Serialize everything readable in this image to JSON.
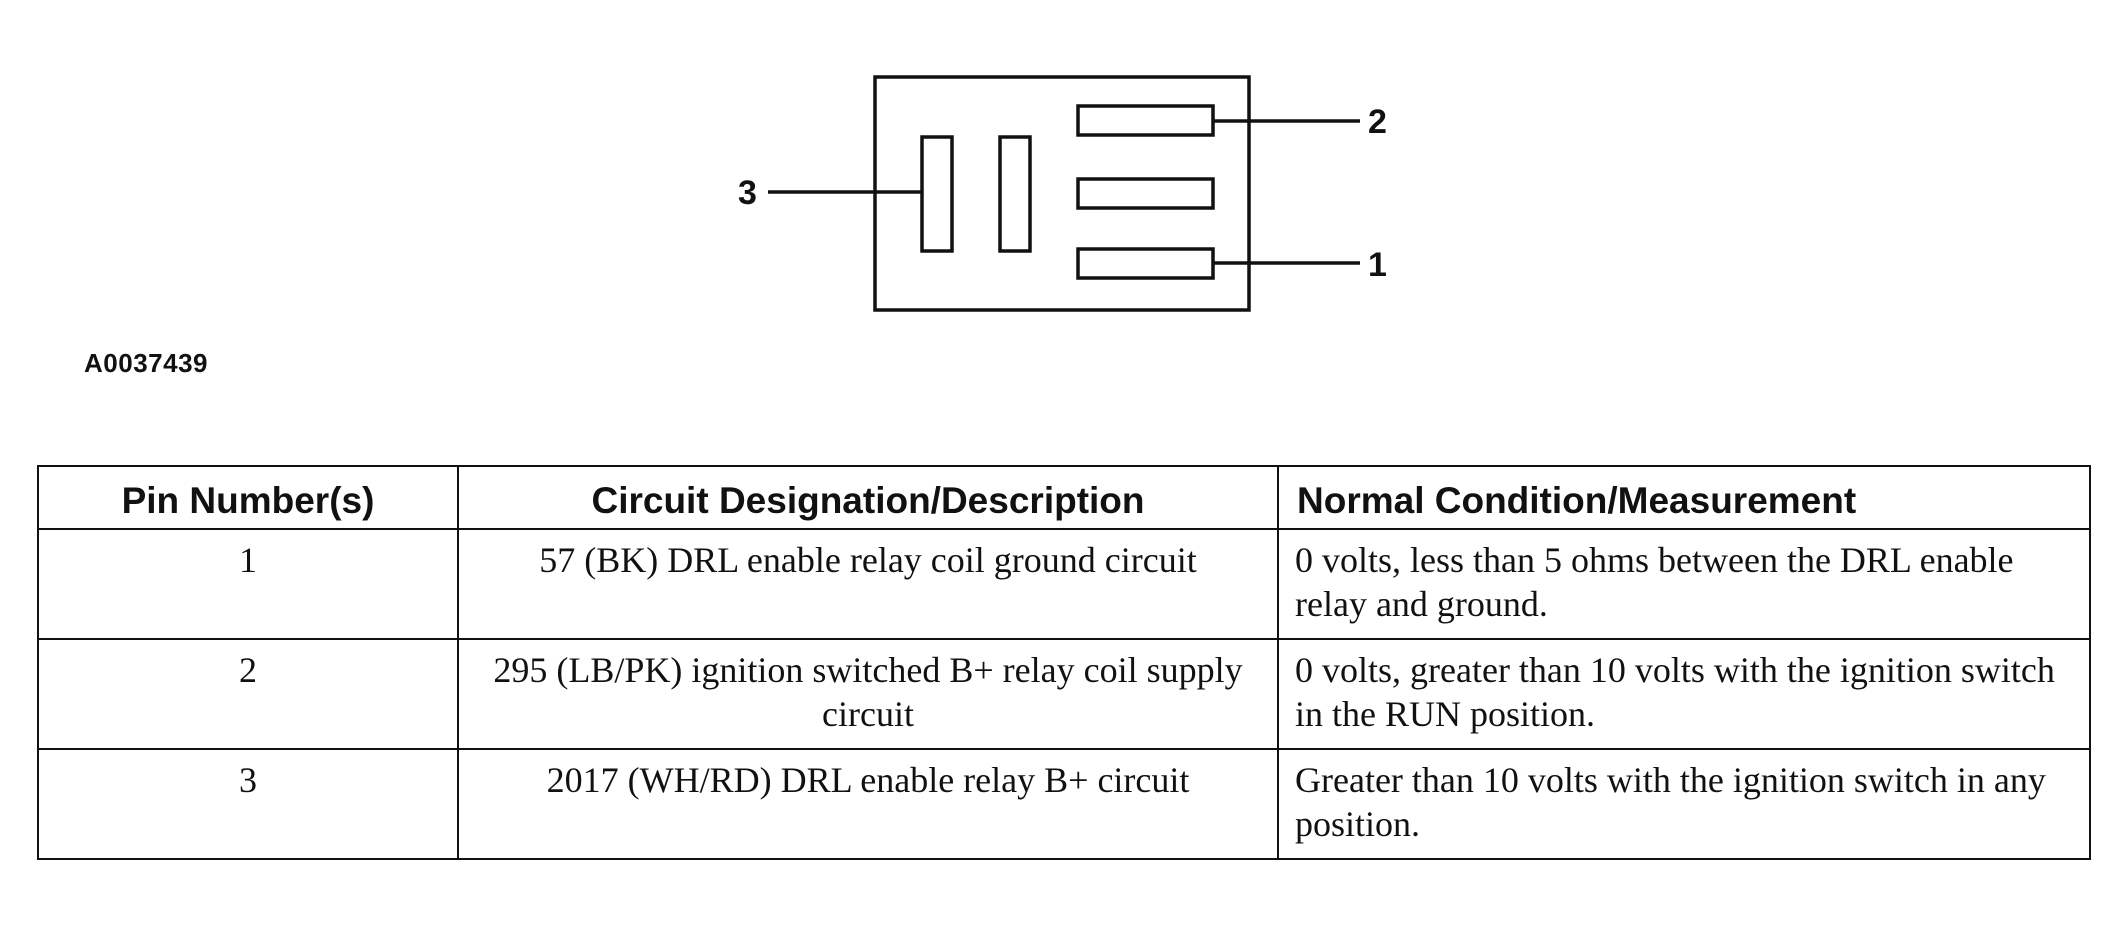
{
  "diagram": {
    "pins": [
      {
        "label": "2"
      },
      {
        "label": "3"
      },
      {
        "label": "1"
      }
    ],
    "figure_id": "A0037439"
  },
  "table": {
    "headers": {
      "pin": "Pin Number(s)",
      "circuit": "Circuit Designation/Description",
      "condition": "Normal Condition/Measurement"
    },
    "rows": [
      {
        "pin": "1",
        "circuit": "57 (BK) DRL enable relay coil ground circuit",
        "condition": "0 volts, less than 5 ohms between the DRL enable relay and ground."
      },
      {
        "pin": "2",
        "circuit": "295 (LB/PK) ignition switched B+ relay coil supply circuit",
        "condition": "0 volts, greater than 10 volts with the ignition switch in the RUN position."
      },
      {
        "pin": "3",
        "circuit": "2017 (WH/RD) DRL enable relay B+ circuit",
        "condition": "Greater than 10 volts with the ignition switch in any position."
      }
    ]
  }
}
